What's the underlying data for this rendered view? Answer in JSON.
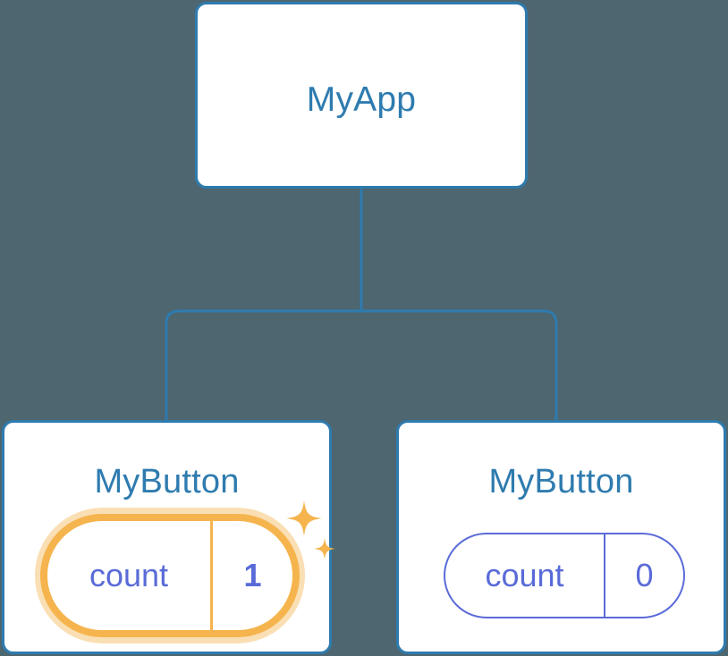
{
  "diagram": {
    "type": "component-tree",
    "background_color": "#4d6670",
    "node_border_color": "#2e7baf",
    "node_title_color": "#2e7baf",
    "connector_color": "#2e7baf",
    "state_color": "#5a6bd8",
    "highlight_color": "#f5b44d",
    "highlight_glow_color": "#fadfb4",
    "root": {
      "title": "MyApp"
    },
    "children": [
      {
        "title": "MyButton",
        "state": {
          "key": "count",
          "value": "1"
        },
        "highlighted": true,
        "sparkle_icons": [
          "sparkle-large-icon",
          "sparkle-small-icon"
        ]
      },
      {
        "title": "MyButton",
        "state": {
          "key": "count",
          "value": "0"
        },
        "highlighted": false
      }
    ]
  }
}
